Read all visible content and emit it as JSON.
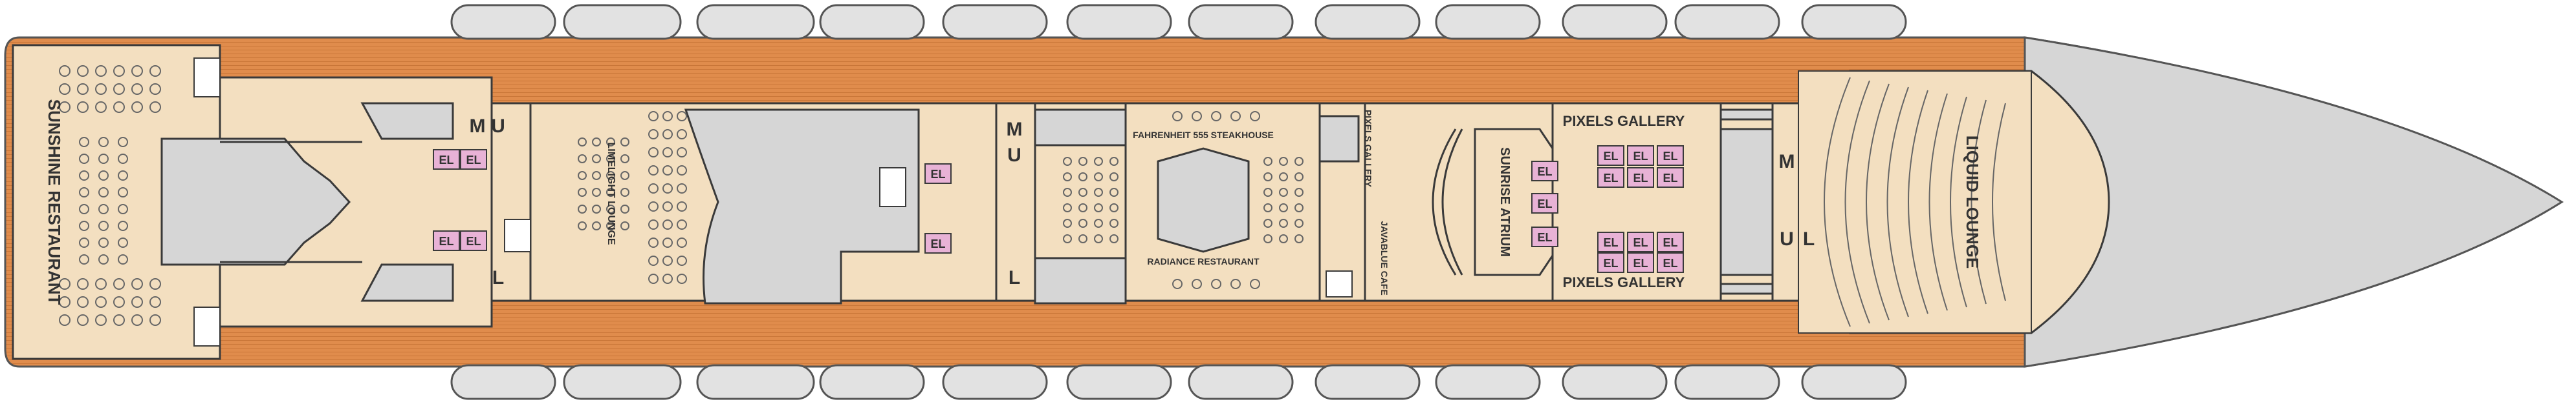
{
  "colors": {
    "deck_wood": "#e08c4c",
    "interior": "#f3dfc0",
    "hull_outline": "#555555",
    "grey_space": "#d6d6d6",
    "lifeboat": "#e2e2e2",
    "elevator": "#e8b2d6",
    "walls": "#3a3a3a"
  },
  "icons": {
    "lifeboat": "lifeboat-icon",
    "elevator": "elevator-icon",
    "stairs": "stairs-icon",
    "restroom": "restroom-icon",
    "seating": "seating-icon"
  },
  "venues": {
    "sunshine_restaurant": "SUNSHINE RESTAURANT",
    "limelight_lounge": "LIMELIGHT LOUNGE",
    "fahrenheit_steakhouse": "FAHRENHEIT 555 STEAKHOUSE",
    "radiance_restaurant": "RADIANCE RESTAURANT",
    "pixels_gallery_side": "PIXELS GALLERY",
    "pixels_gallery_top": "PIXELS GALLERY",
    "pixels_gallery_bottom": "PIXELS GALLERY",
    "javablue_cafe": "JAVABLUE CAFE",
    "sunrise_atrium": "SUNRISE ATRIUM",
    "liquid_lounge": "LIQUID LOUNGE"
  },
  "elevator_label": "EL",
  "restroom_men": "M",
  "restroom_unisex": "U",
  "restroom_ladies": "L"
}
